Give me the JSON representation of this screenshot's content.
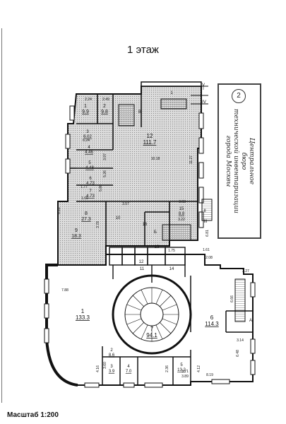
{
  "title": "1 этаж",
  "scale": "Масштаб 1:200",
  "stamp": {
    "number": "2",
    "lines": [
      "Центральное",
      "бюро",
      "технической инвентаризации",
      "города Москвы"
    ]
  },
  "rooms": [
    {
      "id": "r1",
      "num": "1",
      "area": "9.9"
    },
    {
      "id": "r2",
      "num": "2",
      "area": "9.8"
    },
    {
      "id": "r3",
      "num": "3",
      "area": "6.02"
    },
    {
      "id": "r4",
      "num": "4",
      "area": "4.46"
    },
    {
      "id": "r5",
      "num": "5",
      "area": "4.48"
    },
    {
      "id": "r6",
      "num": "6",
      "area": "4.73"
    },
    {
      "id": "r7",
      "num": "7",
      "area": "4.73"
    },
    {
      "id": "r8",
      "num": "8",
      "area": "27.3"
    },
    {
      "id": "r9",
      "num": "9",
      "area": "18.3"
    },
    {
      "id": "r12",
      "num": "12",
      "area": "111.7"
    },
    {
      "id": "r15",
      "num": "15",
      "area": "8.8"
    },
    {
      "id": "big1",
      "num": "1",
      "area": "133.3"
    },
    {
      "id": "big6",
      "num": "6",
      "area": "114.3"
    },
    {
      "id": "big7",
      "num": "7",
      "area": "94.1"
    },
    {
      "id": "s2",
      "num": "2",
      "area": "8.6"
    },
    {
      "id": "s3",
      "num": "3",
      "area": "3.9"
    },
    {
      "id": "s4",
      "num": "4",
      "area": "7.0"
    },
    {
      "id": "s5",
      "num": "5",
      "area": "13.2"
    }
  ],
  "dims": [
    "2.24",
    "2.49",
    "6.24",
    "3.97",
    "10.18",
    "11.27",
    "3.57",
    "3.63",
    "3.22",
    "3.78",
    "6.81",
    "1.75",
    "1.61",
    "2.08",
    "7.88",
    "6.66",
    "6.48",
    "3.14",
    "4.16",
    "3.60",
    "2.36",
    "4.12",
    "3.71",
    "3.89",
    "8.19",
    "3.27",
    "5.26",
    "5.80",
    "1.77",
    "1.60",
    "6.22"
  ],
  "marks": [
    "I",
    "II",
    "III",
    "IV",
    "V",
    "A",
    "B",
    "Б",
    "14",
    "10",
    "11",
    "12",
    "13",
    "16",
    "1"
  ]
}
